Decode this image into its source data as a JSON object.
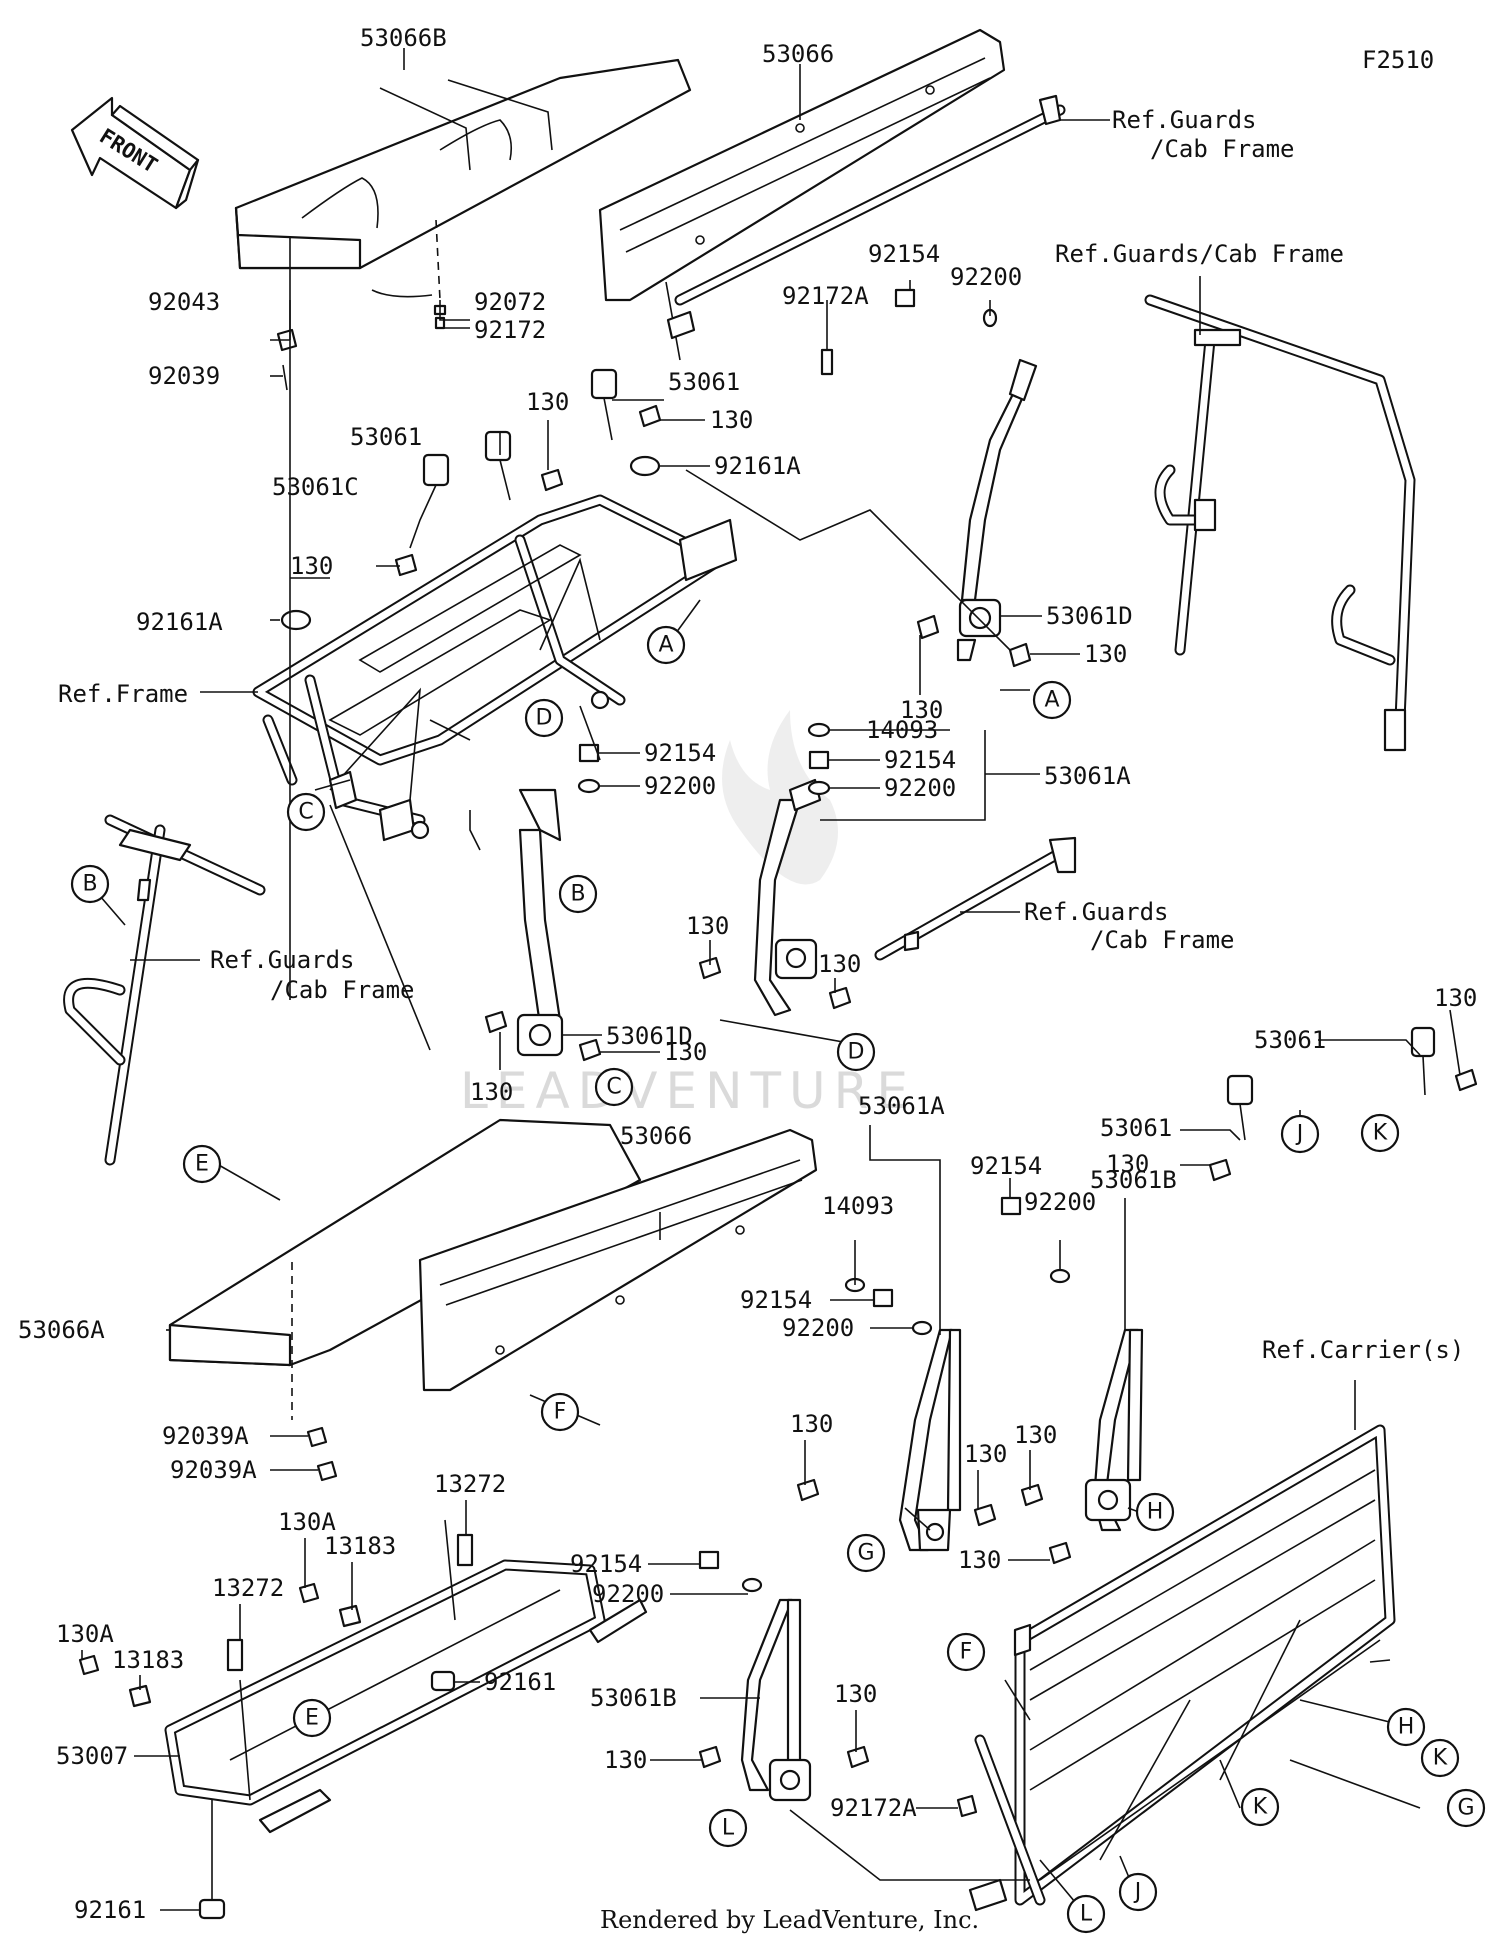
{
  "figure_code": "F2510",
  "footer": "Rendered by LeadVenture, Inc.",
  "watermark": "LEADVENTURE",
  "front_label": "FRONT",
  "labels": {
    "l53066B": "53066B",
    "l53066_top": "53066",
    "l92043": "92043",
    "l92039": "92039",
    "l92072": "92072",
    "l92172": "92172",
    "l92172A_top": "92172A",
    "lref_guards_top1": "Ref.Guards",
    "lref_guards_top2": "/Cab Frame",
    "l92154_top": "92154",
    "l92200_top": "92200",
    "lref_guards_cab": "Ref.Guards/Cab Frame",
    "l53061_a": "53061",
    "l130_a": "130",
    "l53061_b": "53061",
    "l130_b": "130",
    "l92161A_a": "92161A",
    "l53061C": "53061C",
    "l130_c": "130",
    "l92161A_b": "92161A",
    "lref_frame": "Ref.Frame",
    "l53061D_r": "53061D",
    "l130_d": "130",
    "l130_e": "130",
    "l14093_a": "14093",
    "l92154_a": "92154",
    "l92200_a": "92200",
    "l53061A_a": "53061A",
    "l92154_b": "92154",
    "l92200_b": "92200",
    "lref_guards_left1": "Ref.Guards",
    "lref_guards_left2": "/Cab Frame",
    "lref_guards_mid1": "Ref.Guards",
    "lref_guards_mid2": "/Cab Frame",
    "l130_f": "130",
    "l130_g": "130",
    "l53061D_l": "53061D",
    "l130_h": "130",
    "l130_i": "130",
    "l53061A_b": "53061A",
    "l53061_c": "53061",
    "l130_j": "130",
    "l53061_d": "53061",
    "l130_k": "130",
    "l53066_bot": "53066",
    "l14093_b": "14093",
    "l92154_c": "92154",
    "l92200_c": "92200",
    "l53061B_r": "53061B",
    "l92154_d": "92154",
    "l92200_d": "92200",
    "l53066A": "53066A",
    "lref_carrier": "Ref.Carrier(s)",
    "l92039A_a": "92039A",
    "l92039A_b": "92039A",
    "l130_l": "130",
    "l130_m": "130",
    "l130_n": "130",
    "l130_o": "130",
    "l13272_a": "13272",
    "l130A_a": "130A",
    "l13183_a": "13183",
    "l13272_b": "13272",
    "l130A_b": "130A",
    "l13183_b": "13183",
    "l92154_e": "92154",
    "l92200_e": "92200",
    "l130_p": "130",
    "l53061B_l": "53061B",
    "l92161_a": "92161",
    "l130_q": "130",
    "l92172A_bot": "92172A",
    "l53007": "53007",
    "l92161_b": "92161"
  },
  "callouts": {
    "A1": "A",
    "A2": "A",
    "B1": "B",
    "B2": "B",
    "C1": "C",
    "C2": "C",
    "D1": "D",
    "D2": "D",
    "E1": "E",
    "E2": "E",
    "F1": "F",
    "F2": "F",
    "G1": "G",
    "G2": "G",
    "H1": "H",
    "H2": "H",
    "J1": "J",
    "J2": "J",
    "K1": "K",
    "K2": "K",
    "K3": "K",
    "L1": "L",
    "L2": "L"
  }
}
